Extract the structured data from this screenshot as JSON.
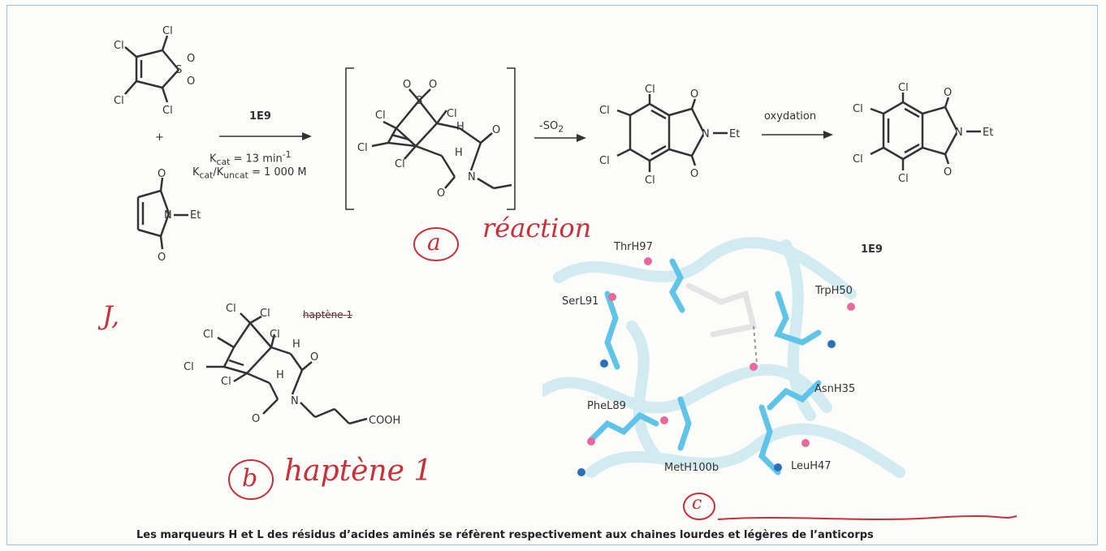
{
  "reaction": {
    "plus": "+",
    "catalyst": "1E9",
    "kcat": "K",
    "kcat_sub": "cat",
    "kcat_val": " = 13 min",
    "kcat_exp": "-1",
    "ratio_a": "K",
    "ratio_a_sub": "cat",
    "ratio_b": "/K",
    "ratio_b_sub": "uncat",
    "ratio_val": " = 1 000 M",
    "loss": "-SO",
    "loss_sub": "2",
    "oxidation": "oxydation"
  },
  "atoms": {
    "cl": "Cl",
    "s": "S",
    "o": "O",
    "n": "N",
    "h": "H",
    "et": "Et",
    "cooh": "COOH"
  },
  "hapten_label_struck": "haptène 1",
  "protein": {
    "title": "1E9",
    "residues": [
      "ThrH97",
      "SerL91",
      "TrpH50",
      "AsnH35",
      "PheL89",
      "MetH100b",
      "LeuH47"
    ]
  },
  "annotations": {
    "a_mark": "a",
    "a_text": "réaction",
    "b_mark": "b",
    "b_text": "haptène 1",
    "c_mark": "c",
    "side_mark": "J,"
  },
  "caption": "Les marqueurs H et L des résidus d’acides aminés se réfèrent respectivement aux chaines lourdes et légères de l’anticorps",
  "colors": {
    "handwriting": "#c8303a",
    "residue": "#5fc4e8",
    "oxygen": "#e86a9c",
    "nitrogen": "#2a6fb8",
    "frame": "#9cc4d8"
  }
}
